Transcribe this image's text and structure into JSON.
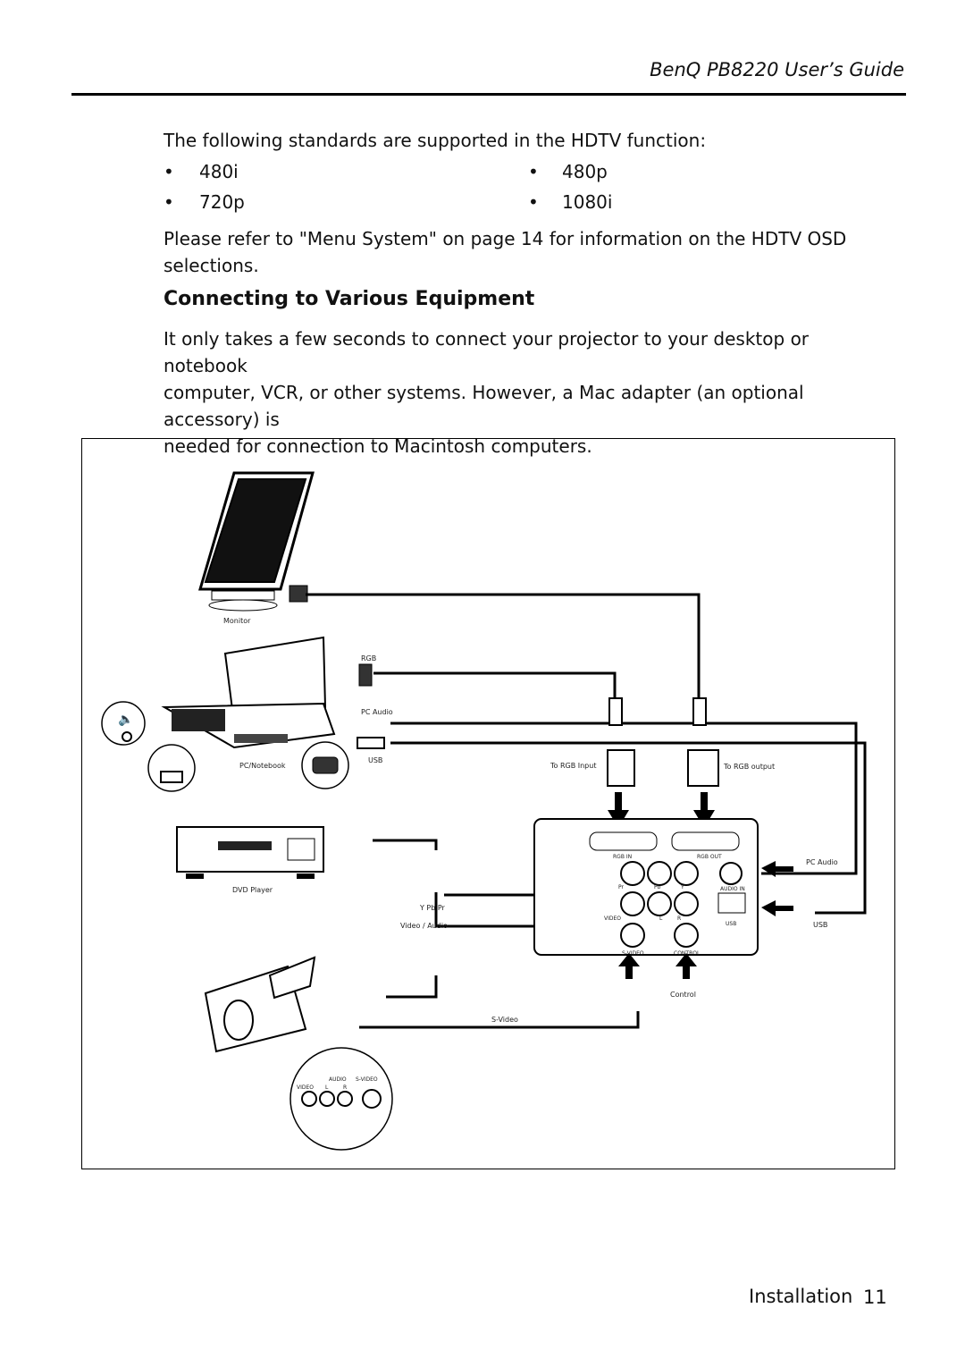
{
  "header": {
    "guide_title": "BenQ PB8220 User’s Guide"
  },
  "hdtv": {
    "intro": "The following standards are supported in the HDTV function:",
    "standards": [
      "480i",
      "480p",
      "720p",
      "1080i"
    ],
    "bullet": "•",
    "osd_note_line1": "Please refer to \"Menu System\" on page 14 for information on the HDTV OSD",
    "osd_note_line2": "selections."
  },
  "section": {
    "heading": "Connecting to Various Equipment",
    "body_line1": "It only takes a few seconds to connect your projector to your desktop or notebook",
    "body_line2": "computer, VCR, or other systems. However, a Mac adapter (an optional accessory) is",
    "body_line3": "needed for connection to Macintosh computers."
  },
  "diagram": {
    "labels": {
      "monitor": "Monitor",
      "rgb": "RGB",
      "pc_audio_left": "PC Audio",
      "usb_left": "USB",
      "pc_notebook": "PC/Notebook",
      "to_rgb_input": "To RGB Input",
      "to_rgb_output": "To RGB output",
      "dvd_player": "DVD Player",
      "y_pb_pr": "Y Pb Pr",
      "video_audio": "Video / Audio",
      "pc_audio_right": "PC Audio",
      "usb_right": "USB",
      "control": "Control",
      "s_video": "S-Video",
      "panel_rgb_in": "RGB IN",
      "panel_rgb_out": "RGB OUT",
      "panel_pr": "Pr",
      "panel_pb": "Pb",
      "panel_y": "Y",
      "panel_audio_in": "AUDIO IN",
      "panel_video": "VIDEO",
      "panel_l": "L",
      "panel_r": "R",
      "panel_usb": "USB",
      "panel_s_video": "S-VIDEO",
      "panel_control": "CONTROL",
      "cam_audio": "AUDIO",
      "cam_s_video": "S-VIDEO",
      "cam_video": "VIDEO",
      "cam_l": "L",
      "cam_r": "R"
    }
  },
  "footer": {
    "section_name": "Installation",
    "page_number": "11"
  }
}
